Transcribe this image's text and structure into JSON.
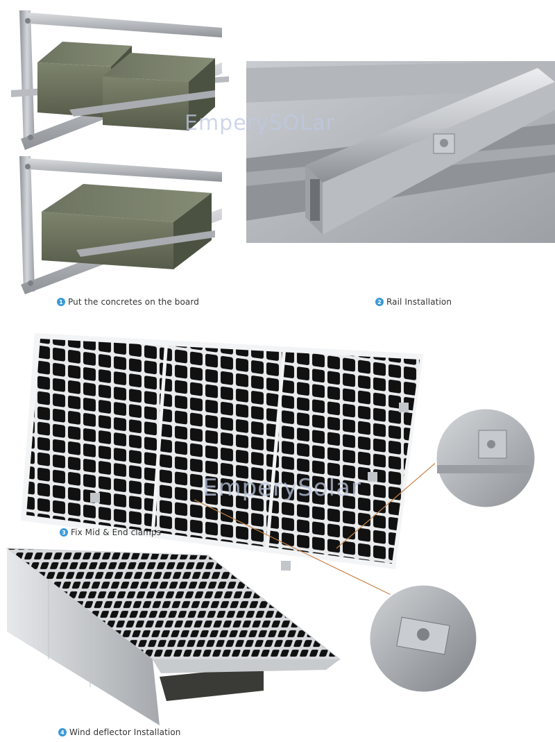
{
  "watermarks": {
    "top": "EmperySOLar",
    "middle": "EmperySolar"
  },
  "steps": [
    {
      "number": "1",
      "label": "Put the concretes on the board"
    },
    {
      "number": "2",
      "label": "Rail Installation"
    },
    {
      "number": "3",
      "label": "Fix Mid & End clamps"
    },
    {
      "number": "4",
      "label": "Wind deflector Installation"
    }
  ],
  "colors": {
    "step_badge": "#3a9ad9",
    "callout_line": "#c8864a",
    "aluminum": "#b9bcc0",
    "concrete": "#6f7760",
    "cell": "#111111"
  }
}
